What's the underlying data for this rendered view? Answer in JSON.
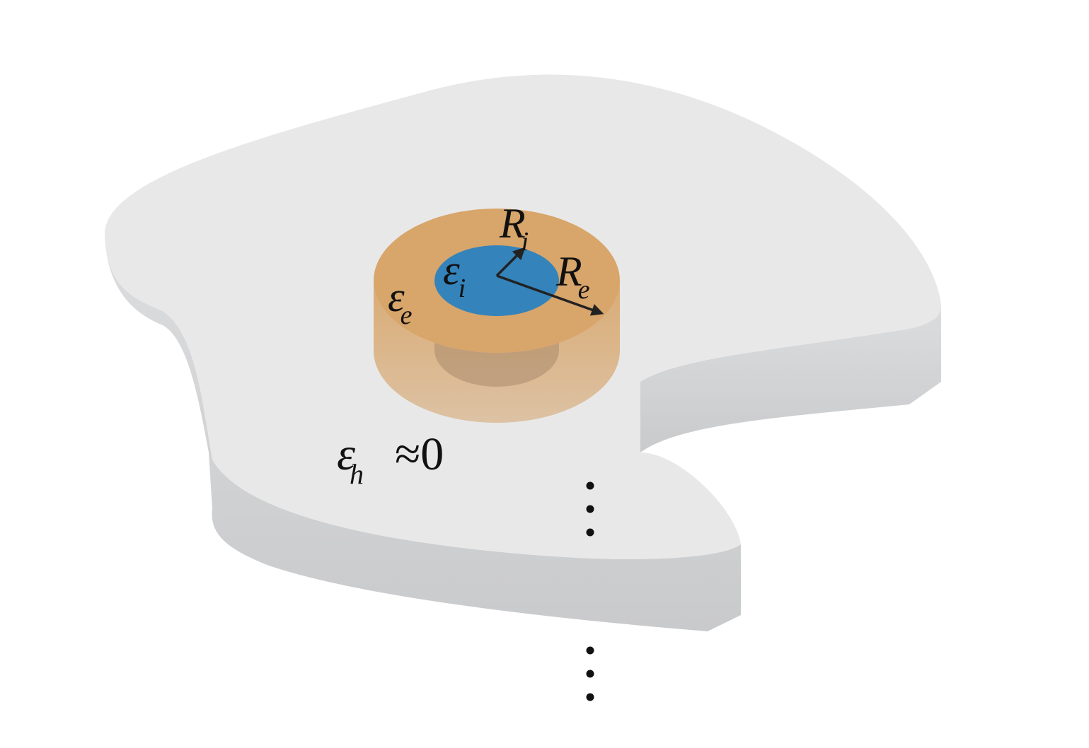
{
  "colors": {
    "slab_top": "#e8e8e8",
    "slab_side": "#cfd0d2",
    "shell": "#d8a56a",
    "shell_side": "#d5b38a",
    "core": "#3483bb",
    "core_side": "#a98b6c",
    "arrow": "#222222",
    "dots": "#111111"
  },
  "labels": {
    "eps_i_base": "ε",
    "eps_i_sub": "i",
    "eps_e_base": "ε",
    "eps_e_sub": "e",
    "R_i_base": "R",
    "R_i_sub": "i",
    "R_e_base": "R",
    "R_e_sub": "e",
    "eps_h_base": "ε",
    "eps_h_sub": "h",
    "eps_h_relation": "≈0"
  },
  "dots_symbol": "⋮"
}
